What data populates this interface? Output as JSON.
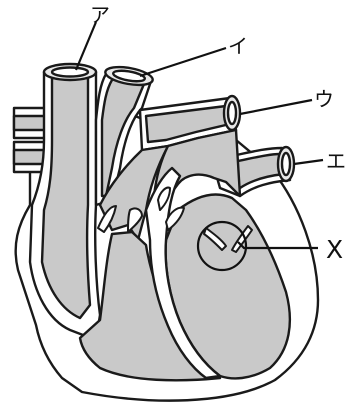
{
  "figure": {
    "labels": {
      "a": "ア",
      "i": "イ",
      "u": "ウ",
      "e": "エ",
      "x": "X"
    }
  }
}
